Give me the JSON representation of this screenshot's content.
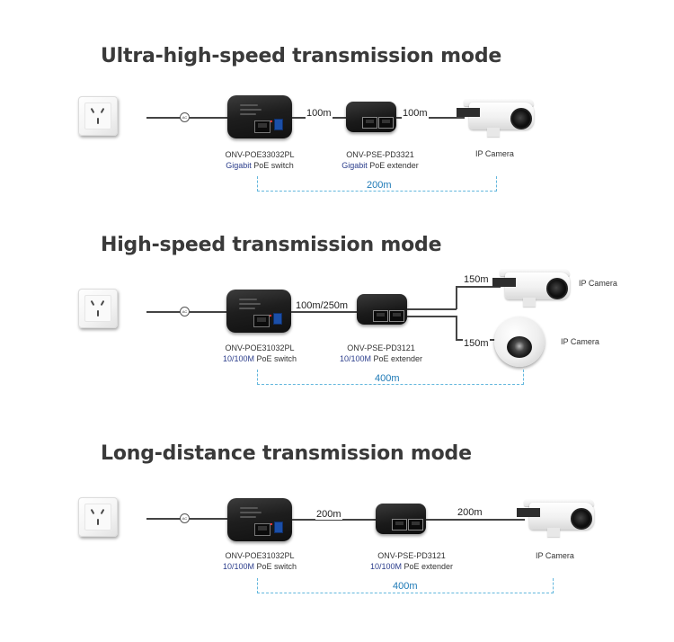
{
  "sections": [
    {
      "title": "Ultra-high-speed transmission mode",
      "ac_label": "AC",
      "link1": "100m",
      "link2": "100m",
      "switch_model": "ONV-POE33032PL",
      "switch_speed": "Gigabit",
      "switch_desc": " PoE switch",
      "extender_model": "ONV-PSE-PD3321",
      "extender_speed": "Gigabit",
      "extender_desc": " PoE extender",
      "camera_label": "IP Camera",
      "total": "200m"
    },
    {
      "title": "High-speed transmission mode",
      "ac_label": "AC",
      "link1": "100m/250m",
      "link_top": "150m",
      "link_bottom": "150m",
      "switch_model": "ONV-POE31032PL",
      "switch_speed": "10/100M",
      "switch_desc": " PoE switch",
      "extender_model": "ONV-PSE-PD3121",
      "extender_speed": "10/100M",
      "extender_desc": " PoE extender",
      "camera_top_label": "IP Camera",
      "camera_bottom_label": "IP Camera",
      "total": "400m"
    },
    {
      "title": "Long-distance transmission mode",
      "ac_label": "AC",
      "link1": "200m",
      "link2": "200m",
      "switch_model": "ONV-POE31032PL",
      "switch_speed": "10/100M",
      "switch_desc": "  PoE switch",
      "extender_model": "ONV-PSE-PD3121",
      "extender_speed": "10/100M",
      "extender_desc": " PoE extender",
      "camera_label": "IP Camera",
      "total": "400m"
    }
  ],
  "icons": {
    "outlet": "wall-outlet-icon",
    "switch": "poe-switch-icon",
    "extender": "poe-extender-icon",
    "bullet": "bullet-camera-icon",
    "dome": "dome-camera-icon"
  },
  "colors": {
    "heading": "#3a3a3a",
    "speed_highlight": "#2c3e8c",
    "span_line": "#63b7dd",
    "span_text": "#1d79b6"
  }
}
